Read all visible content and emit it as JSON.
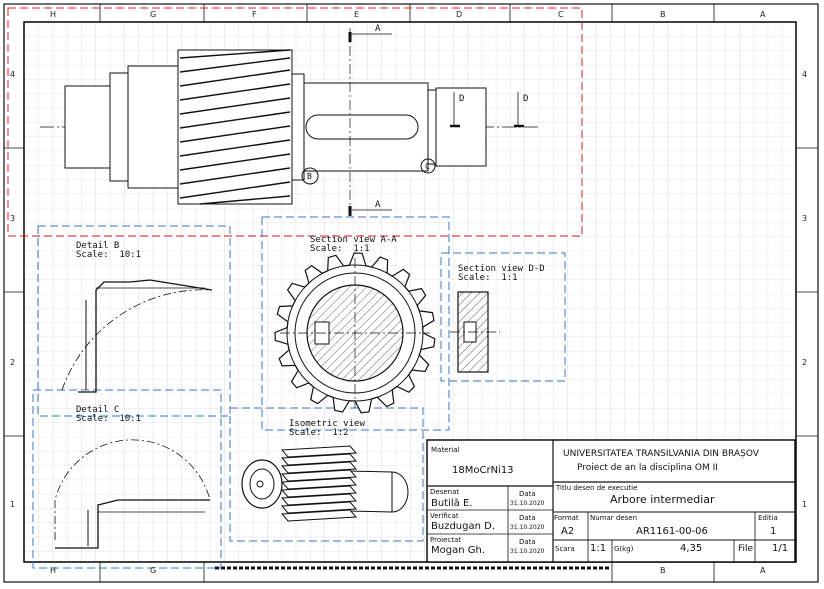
{
  "zones": {
    "top": [
      "H",
      "G",
      "F",
      "E",
      "D",
      "C",
      "B",
      "A"
    ],
    "bottom": [
      "H",
      "G",
      "B",
      "A"
    ],
    "left": [
      "4",
      "3",
      "2",
      "1"
    ],
    "right": [
      "4",
      "3",
      "2",
      "1"
    ]
  },
  "section_markers": {
    "a_top": "A",
    "a_bottom": "A",
    "d_left": "D",
    "d_right": "D",
    "circle_b": "B",
    "circle_c": "C"
  },
  "views": {
    "detail_b": {
      "title": "Detail B",
      "scale": "Scale:  10:1"
    },
    "detail_c": {
      "title": "Detail C",
      "scale": "Scale:  10:1"
    },
    "section_aa": {
      "title": "Section view A-A",
      "scale": "Scale:  1:1"
    },
    "section_dd": {
      "title": "Section view D-D",
      "scale": "Scale:  1:1"
    },
    "isometric": {
      "title": "Isometric view",
      "scale": "Scale:  1:2"
    }
  },
  "title_block": {
    "material_label": "Material",
    "material": "18MoCrNi13",
    "university": "UNIVERSITATEA TRANSILVANIA DIN BRAȘOV",
    "project": "Proiect de an la disciplina OM II",
    "drawn_label": "Desenat",
    "drawn_by": "Butilă E.",
    "checked_label": "Verificat",
    "checked_by": "Buzdugan D.",
    "designed_label": "Proiectat",
    "designed_by": "Mogan Gh.",
    "date_label": "Data",
    "date": "31.10.2020",
    "title_label": "Titlu desen de executie",
    "title": "Arbore intermediar",
    "format_label": "Format",
    "format": "A2",
    "number_label": "Numar desen",
    "number": "AR1161-00-06",
    "edition_label": "Editia",
    "edition": "1",
    "scale_label": "Scara",
    "scale": "1:1",
    "mass_label": "G(kg)",
    "mass": "4,35",
    "sheet_label": "File",
    "sheet": "1/1"
  }
}
